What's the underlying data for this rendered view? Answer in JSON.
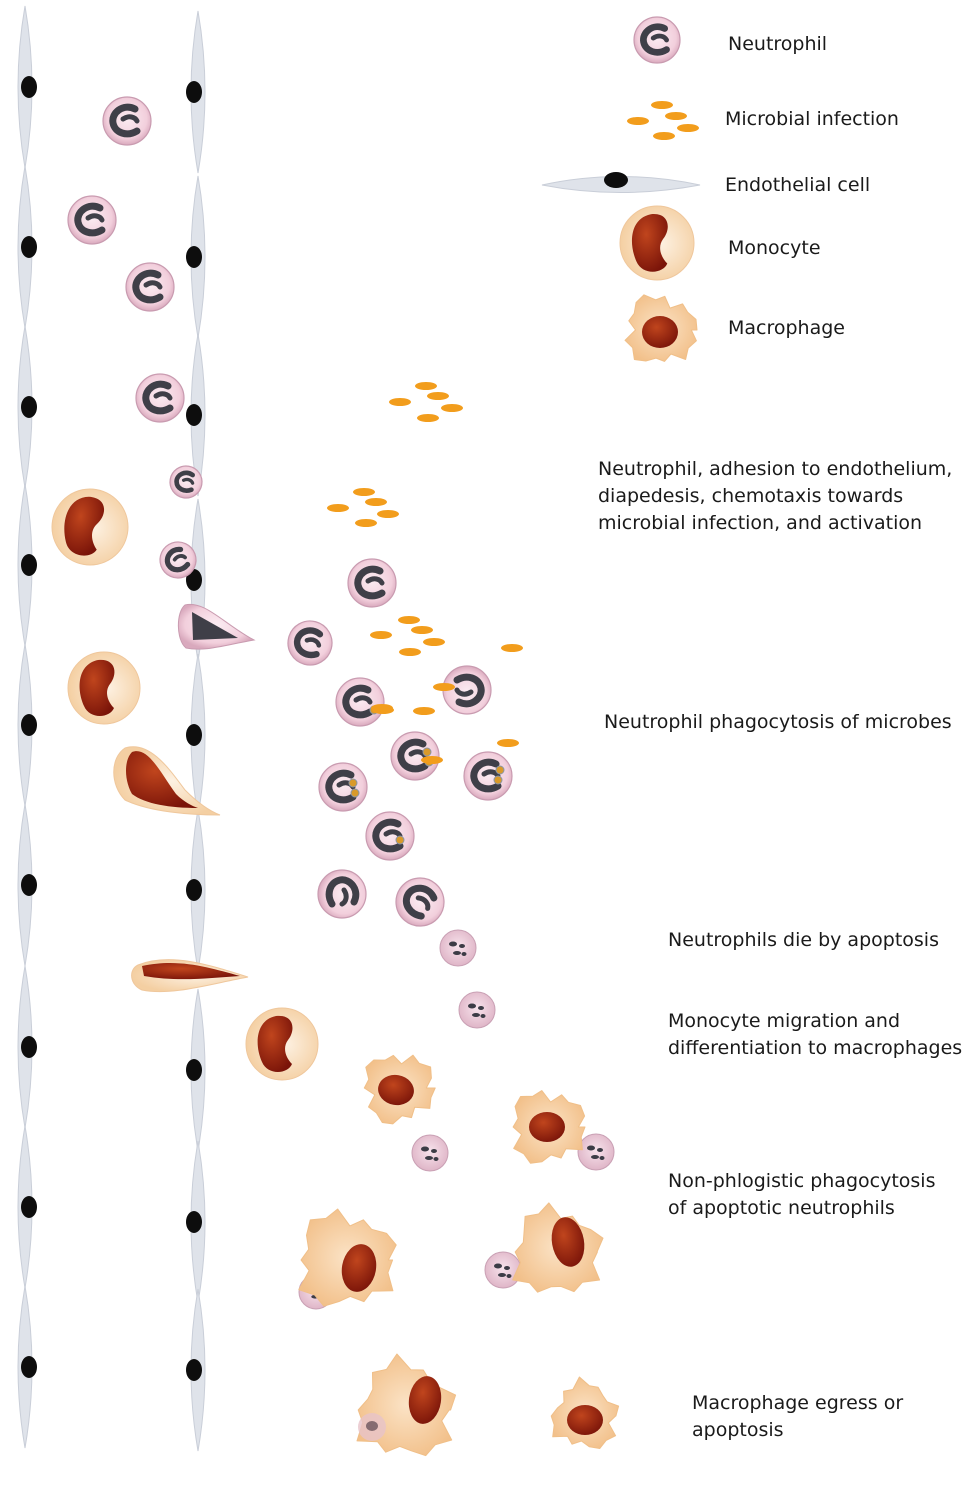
{
  "legend": {
    "neutrophil": "Neutrophil",
    "microbial_infection": "Microbial infection",
    "endothelial_cell": "Endothelial cell",
    "monocyte": "Monocyte",
    "macrophage": "Macrophage"
  },
  "stages": {
    "adhesion": "Neutrophil, adhesion to endothelium,\ndiapedesis, chemotaxis towards\nmicrobial infection, and activation",
    "phagocytosis": "Neutrophil phagocytosis of microbes",
    "apoptosis": "Neutrophils die by apoptosis",
    "monocyte_migration": "Monocyte migration and\ndifferentiation to macrophages",
    "non_phlogistic": "Non-phlogistic phagocytosis\nof apoptotic neutrophils",
    "egress": "Macrophage egress or\napoptosis"
  },
  "colors": {
    "neutrophil_fill": "#f4d9e4",
    "neutrophil_nucleus": "#3f3f48",
    "microbe": "#f29d1c",
    "endothelium": "#dfe3ea",
    "endothelial_nucleus": "#0d0d0d",
    "monocyte_body": "#f7d9b5",
    "monocyte_nucleus": "#8b1a10",
    "macrophage_body": "#f5c897",
    "macrophage_nucleus": "#8b2208"
  }
}
